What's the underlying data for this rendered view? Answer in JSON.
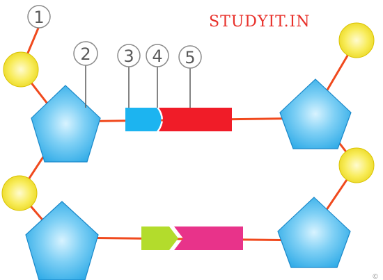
{
  "watermark": {
    "text": "STUDYIT.IN",
    "color": "#e8302a"
  },
  "labels": [
    "1",
    "2",
    "3",
    "4",
    "5"
  ],
  "copyright_fragment": "©",
  "colors": {
    "backbone": "#f0491d",
    "sugar": "#29b0ea",
    "phosphate": "#f4e21c",
    "base_blue": "#1cb4f0",
    "base_red": "#f01c28",
    "base_green": "#b3dc2c",
    "base_pink": "#e8338a",
    "leader": "#5a5a5a"
  }
}
